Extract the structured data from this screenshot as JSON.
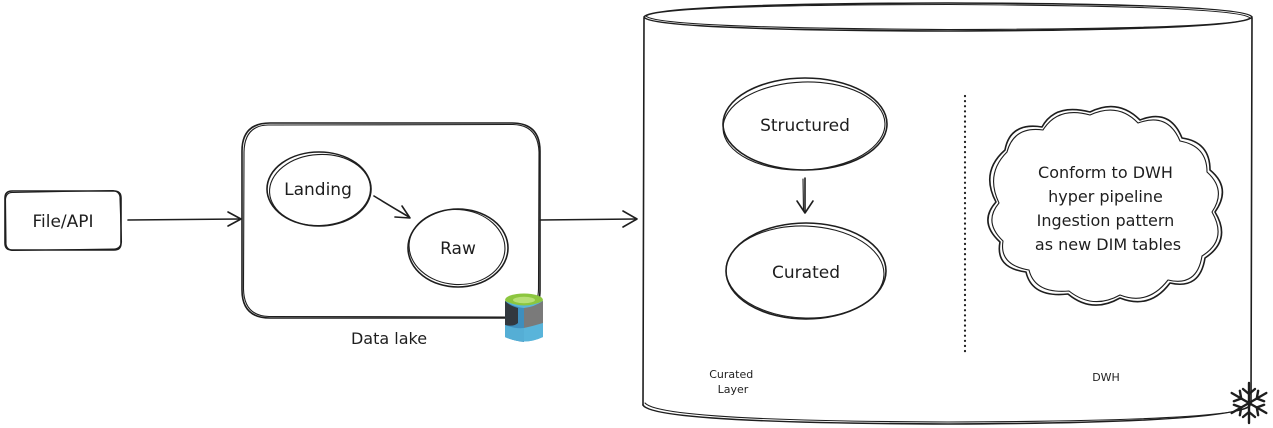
{
  "nodes": {
    "source": "File/API",
    "landing": "Landing",
    "raw": "Raw",
    "data_lake": "Data lake",
    "structured": "Structured",
    "curated": "Curated",
    "curated_layer": [
      "Curated",
      "Layer"
    ],
    "dwh": "DWH",
    "dwh_note": [
      "Conform to DWH",
      "hyper pipeline",
      "Ingestion pattern",
      "as new DIM tables"
    ]
  },
  "icons": {
    "data_lake_icon": "azure-data-lake-storage-icon",
    "dwh_icon": "snowflake-icon"
  },
  "colors": {
    "stroke": "#1e1e1e",
    "adls_green": "#8cc63f",
    "adls_blue_light": "#59b4d9",
    "adls_blue_dark": "#3e8ebd",
    "adls_dark": "#32383f",
    "adls_grey": "#7a7a7a"
  }
}
